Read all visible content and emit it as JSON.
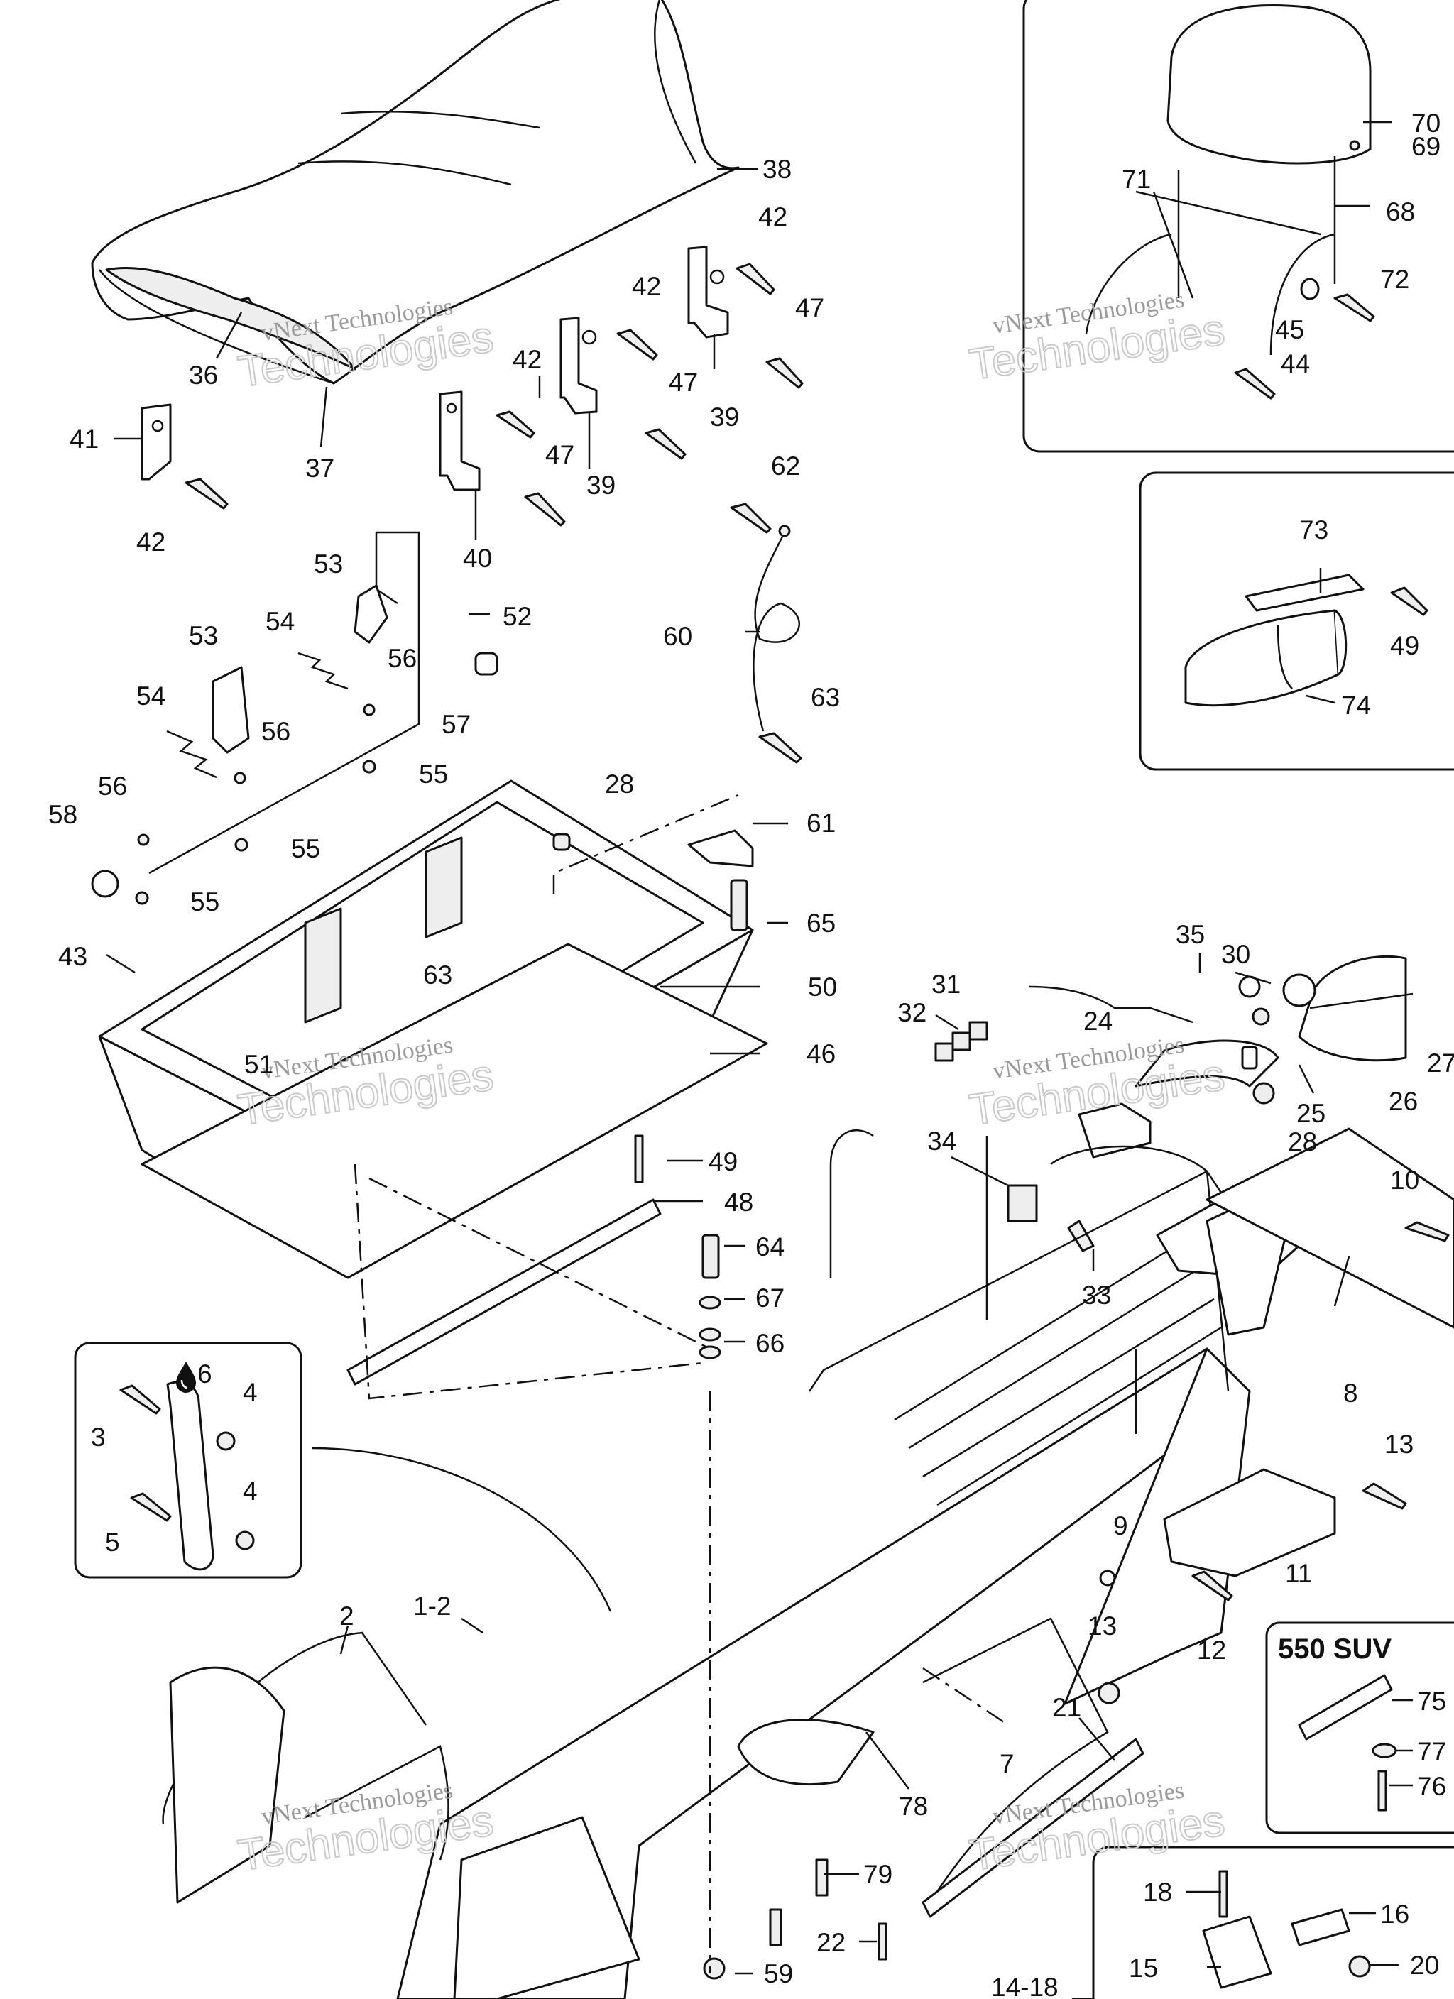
{
  "watermark": {
    "line1": "vNext Technologies",
    "line2": "Technologies"
  },
  "inset_title": "550 SUV",
  "callouts": [
    {
      "id": "38",
      "text": "38"
    },
    {
      "id": "36",
      "text": "36"
    },
    {
      "id": "37",
      "text": "37"
    },
    {
      "id": "41",
      "text": "41"
    },
    {
      "id": "42a",
      "text": "42"
    },
    {
      "id": "42b",
      "text": "42"
    },
    {
      "id": "42c",
      "text": "42"
    },
    {
      "id": "42d",
      "text": "42"
    },
    {
      "id": "47a",
      "text": "47"
    },
    {
      "id": "47b",
      "text": "47"
    },
    {
      "id": "47c",
      "text": "47"
    },
    {
      "id": "39a",
      "text": "39"
    },
    {
      "id": "39b",
      "text": "39"
    },
    {
      "id": "40",
      "text": "40"
    },
    {
      "id": "62",
      "text": "62"
    },
    {
      "id": "60",
      "text": "60"
    },
    {
      "id": "63a",
      "text": "63"
    },
    {
      "id": "63b",
      "text": "63"
    },
    {
      "id": "53a",
      "text": "53"
    },
    {
      "id": "53b",
      "text": "53"
    },
    {
      "id": "52",
      "text": "52"
    },
    {
      "id": "54a",
      "text": "54"
    },
    {
      "id": "54b",
      "text": "54"
    },
    {
      "id": "56a",
      "text": "56"
    },
    {
      "id": "56b",
      "text": "56"
    },
    {
      "id": "56c",
      "text": "56"
    },
    {
      "id": "57",
      "text": "57"
    },
    {
      "id": "55a",
      "text": "55"
    },
    {
      "id": "55b",
      "text": "55"
    },
    {
      "id": "55c",
      "text": "55"
    },
    {
      "id": "58",
      "text": "58"
    },
    {
      "id": "28a",
      "text": "28"
    },
    {
      "id": "61",
      "text": "61"
    },
    {
      "id": "65",
      "text": "65"
    },
    {
      "id": "43",
      "text": "43"
    },
    {
      "id": "50",
      "text": "50"
    },
    {
      "id": "51",
      "text": "51"
    },
    {
      "id": "46",
      "text": "46"
    },
    {
      "id": "49a",
      "text": "49"
    },
    {
      "id": "48",
      "text": "48"
    },
    {
      "id": "64",
      "text": "64"
    },
    {
      "id": "67",
      "text": "67"
    },
    {
      "id": "66",
      "text": "66"
    },
    {
      "id": "70",
      "text": "70"
    },
    {
      "id": "69",
      "text": "69"
    },
    {
      "id": "71",
      "text": "71"
    },
    {
      "id": "68",
      "text": "68"
    },
    {
      "id": "72",
      "text": "72"
    },
    {
      "id": "45",
      "text": "45"
    },
    {
      "id": "44",
      "text": "44"
    },
    {
      "id": "73",
      "text": "73"
    },
    {
      "id": "49b",
      "text": "49"
    },
    {
      "id": "74",
      "text": "74"
    },
    {
      "id": "35",
      "text": "35"
    },
    {
      "id": "30",
      "text": "30"
    },
    {
      "id": "31",
      "text": "31"
    },
    {
      "id": "32",
      "text": "32"
    },
    {
      "id": "24",
      "text": "24"
    },
    {
      "id": "27",
      "text": "27"
    },
    {
      "id": "25",
      "text": "25"
    },
    {
      "id": "26",
      "text": "26"
    },
    {
      "id": "28b",
      "text": "28"
    },
    {
      "id": "34",
      "text": "34"
    },
    {
      "id": "33",
      "text": "33"
    },
    {
      "id": "10",
      "text": "10"
    },
    {
      "id": "8",
      "text": "8"
    },
    {
      "id": "13a",
      "text": "13"
    },
    {
      "id": "9",
      "text": "9"
    },
    {
      "id": "11",
      "text": "11"
    },
    {
      "id": "13b",
      "text": "13"
    },
    {
      "id": "12",
      "text": "12"
    },
    {
      "id": "6",
      "text": "6"
    },
    {
      "id": "4a",
      "text": "4"
    },
    {
      "id": "3",
      "text": "3"
    },
    {
      "id": "4b",
      "text": "4"
    },
    {
      "id": "5",
      "text": "5"
    },
    {
      "id": "2",
      "text": "2"
    },
    {
      "id": "1-2",
      "text": "1-2"
    },
    {
      "id": "21",
      "text": "21"
    },
    {
      "id": "7",
      "text": "7"
    },
    {
      "id": "78",
      "text": "78"
    },
    {
      "id": "79",
      "text": "79"
    },
    {
      "id": "22",
      "text": "22"
    },
    {
      "id": "59",
      "text": "59"
    },
    {
      "id": "14-18",
      "text": "14-18"
    },
    {
      "id": "18",
      "text": "18"
    },
    {
      "id": "16",
      "text": "16"
    },
    {
      "id": "15",
      "text": "15"
    },
    {
      "id": "20",
      "text": "20"
    },
    {
      "id": "75",
      "text": "75"
    },
    {
      "id": "77",
      "text": "77"
    },
    {
      "id": "76",
      "text": "76"
    }
  ],
  "legend_icon": "oil-drop-icon"
}
